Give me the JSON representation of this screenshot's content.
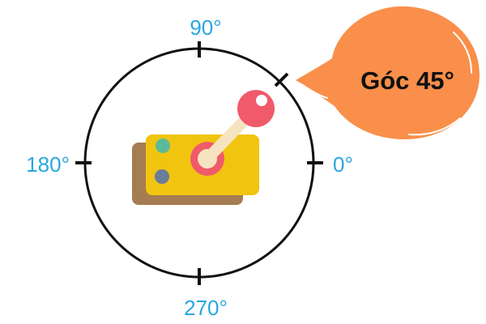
{
  "labels": {
    "deg_90": "90°",
    "deg_180": "180°",
    "deg_0": "0°",
    "deg_270": "270°"
  },
  "callout": {
    "text": "Góc 45°"
  },
  "colors": {
    "label": "#2aa6de",
    "circle": "#111111",
    "bubble": "#f98f4a",
    "bubble_highlight": "#ffffff",
    "base_front": "#f1c40f",
    "base_back": "#a67c52",
    "knob": "#f05a6a",
    "stick": "#f6e4c0",
    "button_green": "#5cba9b",
    "button_blue": "#6a7d99"
  },
  "icons": {
    "joystick": "joystick-icon",
    "speech_bubble": "speech-bubble-icon"
  }
}
